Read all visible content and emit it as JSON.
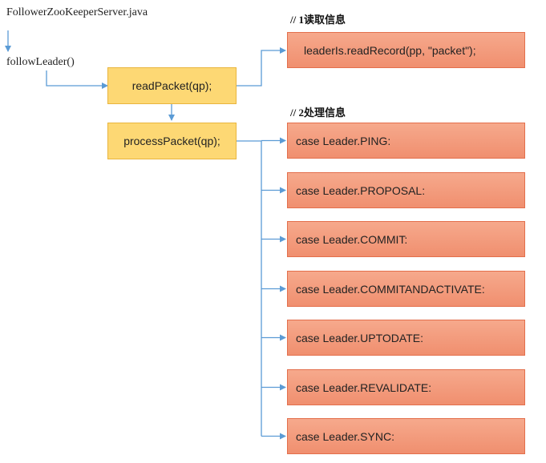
{
  "file_name": "FollowerZooKeeperServer.java",
  "entry_method": "followLeader()",
  "read_packet": "readPacket(qp);",
  "process_packet": "processPacket(qp);",
  "note_read": "// 1读取信息",
  "note_process": "// 2处理信息",
  "read_record": "leaderIs.readRecord(pp, \"packet\");",
  "cases": [
    "case Leader.PING:",
    "case Leader.PROPOSAL:",
    "case Leader.COMMIT:",
    "case Leader.COMMITANDACTIVATE:",
    "case Leader.UPTODATE:",
    "case Leader.REVALIDATE:",
    "case Leader.SYNC:"
  ],
  "colors": {
    "arrow": "#5b9bd5",
    "yellow_box": "#fdd874",
    "orange_box": "#f4a283"
  }
}
